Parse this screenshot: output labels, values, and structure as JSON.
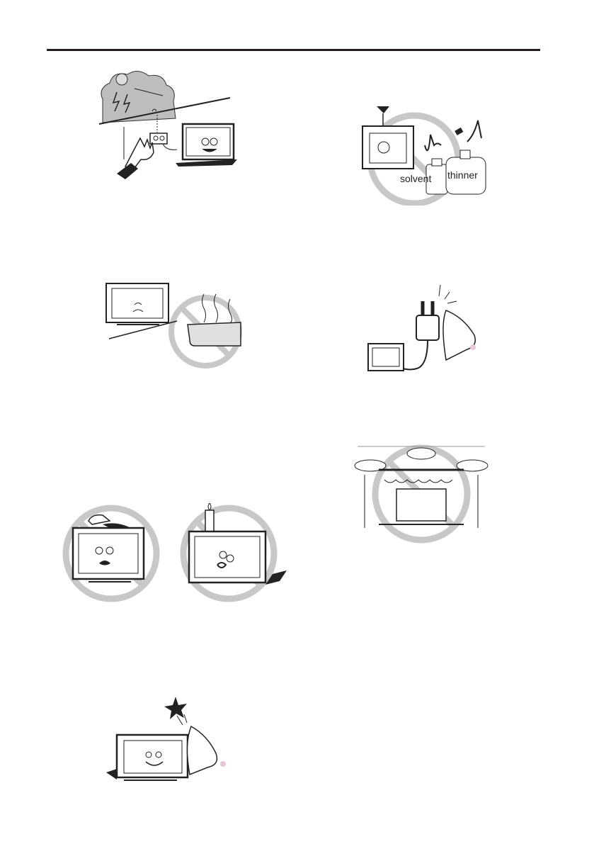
{
  "page": {
    "header_rule": true
  },
  "illustrations": [
    {
      "id": "lightning-unplug",
      "description": "TV unplugged from wall outlet during thunderstorm; hand waving near outlet",
      "prohibited": false
    },
    {
      "id": "no-solvents",
      "description": "TV with solvent and thinner bottles, prohibition sign",
      "prohibited": true,
      "labels": {
        "solvent": "solvent",
        "thinner": "thinner"
      }
    },
    {
      "id": "no-steam-heat",
      "description": "TV near steaming pot / heat source, prohibition sign",
      "prohibited": false
    },
    {
      "id": "dry-plug",
      "description": "Wiping power plug dry with cloth, plug connected to TV",
      "prohibited": false
    },
    {
      "id": "no-enclosed-space",
      "description": "TV enclosed in cabinet with curtains, prohibition sign",
      "prohibited": true
    },
    {
      "id": "no-liquids-on-top",
      "description": "Spilled cup of liquid on top of TV, prohibition sign",
      "prohibited": true
    },
    {
      "id": "no-candles-on-top",
      "description": "Candle placed on top of TV, prohibition sign",
      "prohibited": true
    },
    {
      "id": "clean-with-cloth",
      "description": "Happy TV being wiped with a soft cloth",
      "prohibited": false
    }
  ],
  "colors": {
    "rule": "#231f20",
    "line_art": "#1a1a1a",
    "prohibition": "#c8c8c8",
    "cloud": "#bdbdbd"
  }
}
